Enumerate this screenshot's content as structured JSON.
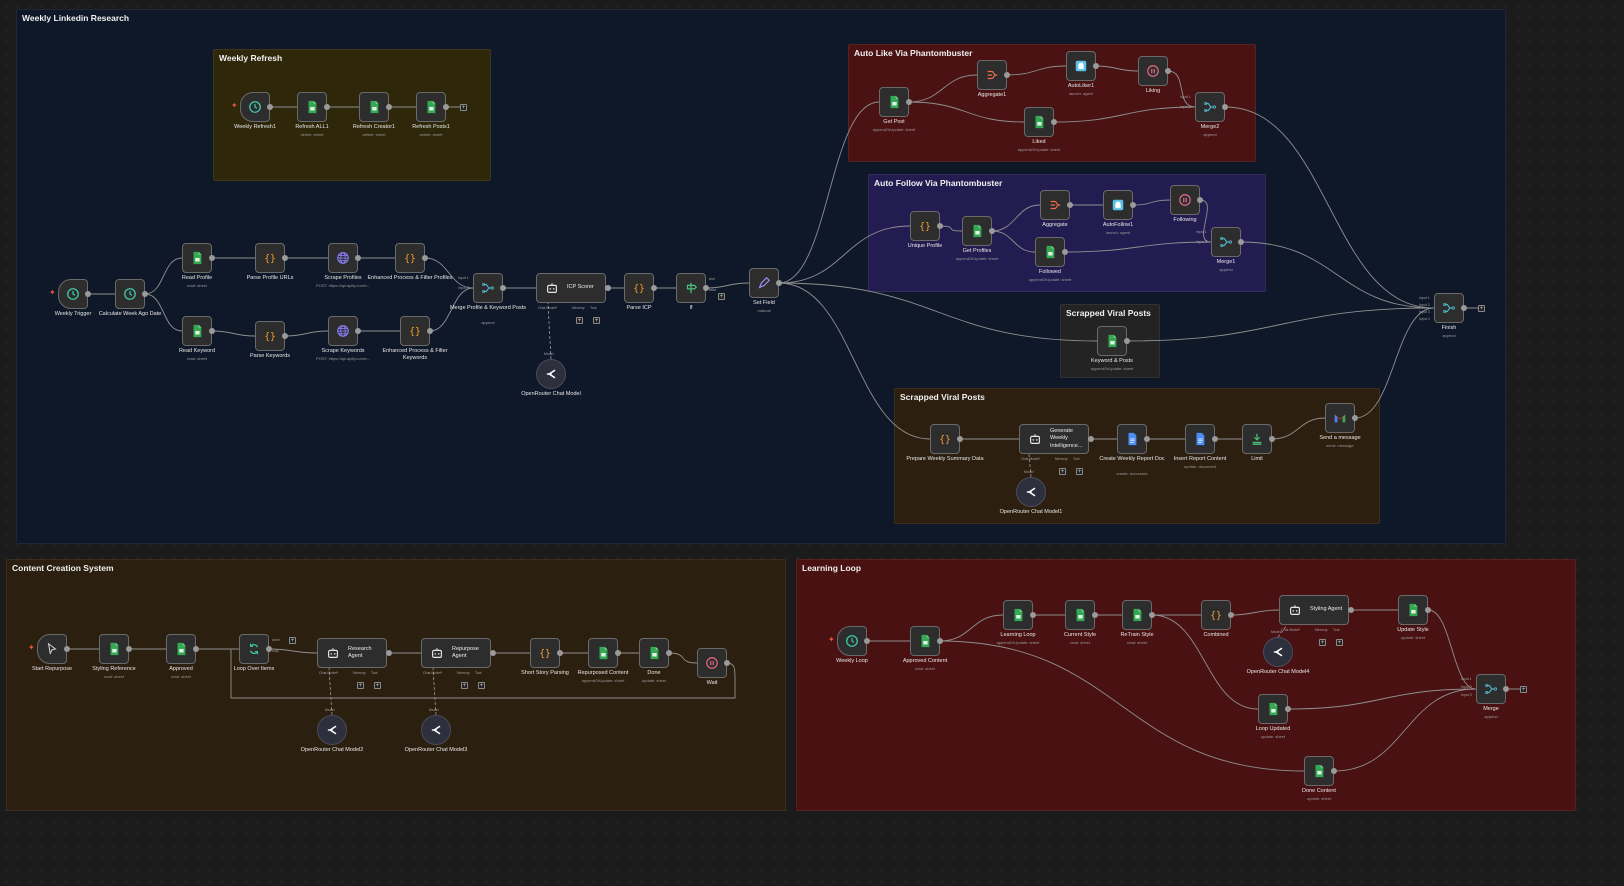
{
  "sticky_notes": [
    {
      "id": "weekly-linkedin-research",
      "title": "Weekly Linkedin Research",
      "color": "#0e1828"
    },
    {
      "id": "weekly-refresh",
      "title": "Weekly Refresh",
      "color": "#2f270a"
    },
    {
      "id": "auto-like",
      "title": "Auto Like Via Phantombuster",
      "color": "#4b1214"
    },
    {
      "id": "auto-follow",
      "title": "Auto Follow Via Phantombuster",
      "color": "#231c50"
    },
    {
      "id": "scrapped-viral-posts-1",
      "title": "Scrapped Viral Posts",
      "color": "#232323"
    },
    {
      "id": "scrapped-viral-posts-2",
      "title": "Scrapped Viral Posts",
      "color": "#2c1f10"
    },
    {
      "id": "content-creation",
      "title": "Content Creation System",
      "color": "#2b1f0f"
    },
    {
      "id": "learning-loop",
      "title": "Learning Loop",
      "color": "#4a1112"
    }
  ],
  "nodes": {
    "weekly_refresh1": {
      "label": "Weekly Refresh1",
      "sub": "",
      "icon": "clock-icon"
    },
    "refresh_all1": {
      "label": "Refresh ALL1",
      "sub": "delete: sheet",
      "icon": "sheets-icon"
    },
    "refresh_creator1": {
      "label": "Refresh Creator1",
      "sub": "delete: sheet",
      "icon": "sheets-icon"
    },
    "refresh_posts1": {
      "label": "Refresh Posts1",
      "sub": "delete: sheet",
      "icon": "sheets-icon"
    },
    "weekly_trigger": {
      "label": "Weekly Trigger",
      "sub": "",
      "icon": "clock-icon"
    },
    "calc_week": {
      "label": "Calculate Week Ago Date",
      "sub": "",
      "icon": "clock-icon"
    },
    "read_profile": {
      "label": "Read Profile",
      "sub": "read: sheet",
      "icon": "sheets-icon"
    },
    "read_keyword": {
      "label": "Read Keyword",
      "sub": "read: sheet",
      "icon": "sheets-icon"
    },
    "parse_profile_urls": {
      "label": "Parse Profile URLs",
      "sub": "",
      "icon": "code-icon"
    },
    "parse_keywords": {
      "label": "Parse Keywords",
      "sub": "",
      "icon": "code-icon"
    },
    "scrape_profiles": {
      "label": "Scrape Profiles",
      "sub": "POST: https://api.apify.com/v...",
      "icon": "globe-icon"
    },
    "scrape_keywords": {
      "label": "Scrape Keywords",
      "sub": "POST: https://api.apify.com/v...",
      "icon": "globe-icon"
    },
    "enh_profiles": {
      "label": "Enhanced Process & Filter Profiles",
      "sub": "",
      "icon": "code-icon"
    },
    "enh_keywords": {
      "label": "Enhanced Process & Filter Keywords",
      "sub": "",
      "icon": "code-icon"
    },
    "merge_profile_kw": {
      "label": "Merge Profile & Keyword Posts",
      "sub": "append",
      "icon": "merge-icon"
    },
    "icp_scorer": {
      "label": "ICP Scorer",
      "sub": "",
      "icon": "robot-icon"
    },
    "openrouter_model": {
      "label": "OpenRouter Chat Model",
      "sub": "",
      "icon": "openrouter-icon"
    },
    "parse_icp": {
      "label": "Parse ICP",
      "sub": "",
      "icon": "code-icon"
    },
    "if": {
      "label": "If",
      "sub": "",
      "icon": "signpost-icon"
    },
    "set_field": {
      "label": "Set Field",
      "sub": "manual",
      "icon": "pencil-icon"
    },
    "get_post": {
      "label": "Get Post",
      "sub": "appendOrUpdate: sheet",
      "icon": "sheets-icon"
    },
    "aggregate1": {
      "label": "Aggregate1",
      "sub": "",
      "icon": "aggregate-icon"
    },
    "autoliker1": {
      "label": "AutoLiker1",
      "sub": "launch: agent",
      "icon": "phantom-icon"
    },
    "liking": {
      "label": "Liking",
      "sub": "",
      "icon": "pause-icon"
    },
    "liked": {
      "label": "Liked",
      "sub": "appendOrUpdate: sheet",
      "icon": "sheets-icon"
    },
    "merge2": {
      "label": "Merge2",
      "sub": "append",
      "icon": "merge-icon"
    },
    "unique_profile": {
      "label": "Unique Profile",
      "sub": "",
      "icon": "code-icon"
    },
    "get_profiles": {
      "label": "Get Profiles",
      "sub": "appendOrUpdate: sheet",
      "icon": "sheets-icon"
    },
    "aggregate": {
      "label": "Aggregate",
      "sub": "",
      "icon": "aggregate-icon"
    },
    "autofollow1": {
      "label": "AutoFollow1",
      "sub": "launch: agent",
      "icon": "phantom-icon"
    },
    "following": {
      "label": "Following",
      "sub": "",
      "icon": "pause-icon"
    },
    "followed": {
      "label": "Followed",
      "sub": "appendOrUpdate: sheet",
      "icon": "sheets-icon"
    },
    "merge1": {
      "label": "Merge1",
      "sub": "append",
      "icon": "merge-icon"
    },
    "keyword_posts": {
      "label": "Keyword & Posts",
      "sub": "appendOrUpdate: sheet",
      "icon": "sheets-icon"
    },
    "finish": {
      "label": "Finish",
      "sub": "append",
      "icon": "merge-icon"
    },
    "prepare_weekly": {
      "label": "Prepare Weekly Summary Data",
      "sub": "",
      "icon": "code-icon"
    },
    "generate_weekly": {
      "label": "Generate Weekly Intelligence...",
      "sub": "",
      "icon": "robot-icon"
    },
    "openrouter_model1": {
      "label": "OpenRouter Chat Model1",
      "sub": "",
      "icon": "openrouter-icon"
    },
    "create_weekly_doc": {
      "label": "Create Weekly Report Doc",
      "sub": "create: document",
      "icon": "docs-icon"
    },
    "insert_report": {
      "label": "Insert Report Content",
      "sub": "update: document",
      "icon": "docs-icon"
    },
    "limit": {
      "label": "Limit",
      "sub": "",
      "icon": "limit-icon"
    },
    "send_message": {
      "label": "Send a message",
      "sub": "send: message",
      "icon": "gmail-icon"
    },
    "start_repurpose": {
      "label": "Start Repurpose",
      "sub": "",
      "icon": "cursor-icon"
    },
    "styling_reference": {
      "label": "Styling Reference",
      "sub": "read: sheet",
      "icon": "sheets-icon"
    },
    "approved": {
      "label": "Approved",
      "sub": "read: sheet",
      "icon": "sheets-icon"
    },
    "loop_over_items": {
      "label": "Loop Over Items",
      "sub": "",
      "icon": "loop-icon"
    },
    "research_agent": {
      "label": "Research Agent",
      "sub": "",
      "icon": "robot-icon"
    },
    "openrouter_model2": {
      "label": "OpenRouter Chat Model2",
      "sub": "",
      "icon": "openrouter-icon"
    },
    "repurpose_agent": {
      "label": "Repurpose Agent",
      "sub": "",
      "icon": "robot-icon"
    },
    "openrouter_model3": {
      "label": "OpenRouter Chat Model3",
      "sub": "",
      "icon": "openrouter-icon"
    },
    "short_story": {
      "label": "Short Story Parsing",
      "sub": "",
      "icon": "code-icon"
    },
    "repurposed_content": {
      "label": "Repurposed Content",
      "sub": "appendOrUpdate: sheet",
      "icon": "sheets-icon"
    },
    "done": {
      "label": "Done",
      "sub": "update: sheet",
      "icon": "sheets-icon"
    },
    "wait": {
      "label": "Wait",
      "sub": "",
      "icon": "pause-icon"
    },
    "weekly_loop": {
      "label": "Weekly Loop",
      "sub": "",
      "icon": "clock-icon"
    },
    "approved_content": {
      "label": "Approved Content",
      "sub": "read: sheet",
      "icon": "sheets-icon"
    },
    "learning_loop": {
      "label": "Learning Loop",
      "sub": "appendOrUpdate: sheet",
      "icon": "sheets-icon"
    },
    "current_style": {
      "label": "Current Style",
      "sub": "read: sheet",
      "icon": "sheets-icon"
    },
    "retrain_style": {
      "label": "ReTrain Style",
      "sub": "read: sheet",
      "icon": "sheets-icon"
    },
    "combined": {
      "label": "Combined",
      "sub": "",
      "icon": "code-icon"
    },
    "styling_agent": {
      "label": "Styling Agent",
      "sub": "",
      "icon": "robot-icon"
    },
    "openrouter_model4": {
      "label": "OpenRouter Chat Model4",
      "sub": "",
      "icon": "openrouter-icon"
    },
    "update_style": {
      "label": "Update Style",
      "sub": "update: sheet",
      "icon": "sheets-icon"
    },
    "loop_updated": {
      "label": "Loop Updated",
      "sub": "update: sheet",
      "icon": "sheets-icon"
    },
    "done_content": {
      "label": "Done Content",
      "sub": "update: sheet",
      "icon": "sheets-icon"
    },
    "merge": {
      "label": "Merge",
      "sub": "append",
      "icon": "merge-icon"
    }
  },
  "port_labels": {
    "input1": "Input 1",
    "input2": "Input 2",
    "input3": "Input 3",
    "input4": "Input 4",
    "true": "true",
    "false": "false",
    "done": "done",
    "loop": "loop",
    "chat_model": "Chat Model*",
    "memory": "Memory",
    "tool": "Tool",
    "model": "Model"
  },
  "colors": {
    "edge": "#8f8f8f",
    "port": "#9a9a9a",
    "sheets": "#34a853",
    "code": "#f59e2b",
    "merge": "#4fb3c8",
    "globe": "#8b7cf6",
    "clock": "#3ec9a7",
    "pause": "#e66b86",
    "trigger_bolt": "#e2573a"
  }
}
